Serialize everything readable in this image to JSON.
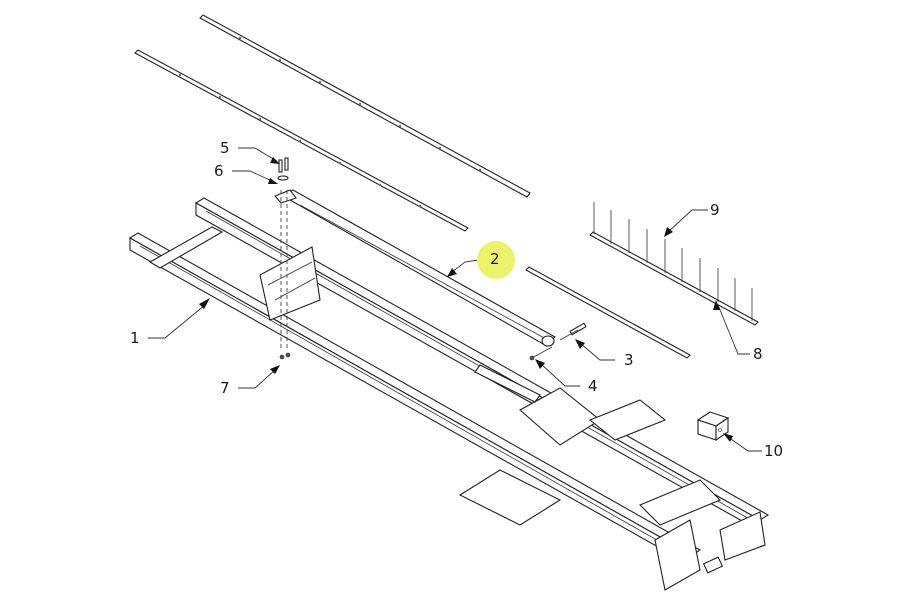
{
  "diagram": {
    "type": "exploded-parts-diagram",
    "highlight_color": "#eef26a",
    "highlighted_callout": "2",
    "callouts": [
      {
        "id": "1",
        "label": "1",
        "part": "main-frame-rails"
      },
      {
        "id": "2",
        "label": "2",
        "part": "tube-shaft"
      },
      {
        "id": "3",
        "label": "3",
        "part": "pin"
      },
      {
        "id": "4",
        "label": "4",
        "part": "clip"
      },
      {
        "id": "5",
        "label": "5",
        "part": "bolt"
      },
      {
        "id": "6",
        "label": "6",
        "part": "washer"
      },
      {
        "id": "7",
        "label": "7",
        "part": "nut"
      },
      {
        "id": "8",
        "label": "8",
        "part": "strip-bar"
      },
      {
        "id": "9",
        "label": "9",
        "part": "pins-row"
      },
      {
        "id": "10",
        "label": "10",
        "part": "block"
      }
    ]
  }
}
